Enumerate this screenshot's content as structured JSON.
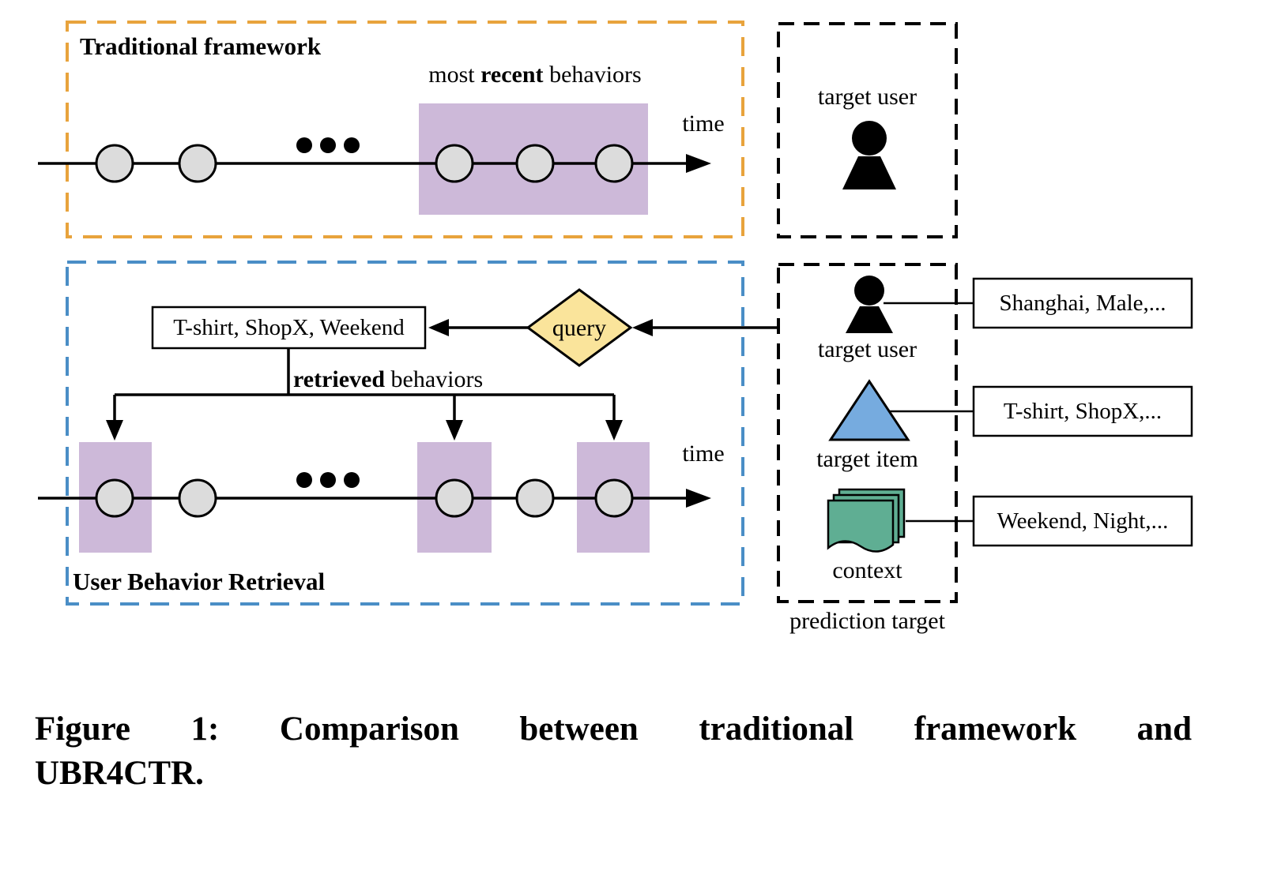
{
  "colors": {
    "orange": "#E8A33C",
    "blue": "#4A8EC6",
    "purple": "#CDB9D9",
    "yellow": "#FAE49B",
    "item-blue": "#76ABDF",
    "context-green": "#5FAE93",
    "node-gray": "#DCDCDC"
  },
  "traditional": {
    "title": "Traditional framework",
    "recent_label": {
      "prefix": "most ",
      "bold": "recent",
      "suffix": " behaviors"
    },
    "time": "time"
  },
  "target_user_panel": {
    "label": "target user"
  },
  "ubr": {
    "title": "User Behavior Retrieval",
    "query_result": "T-shirt, ShopX, Weekend",
    "query": "query",
    "retrieved_label": {
      "bold": "retrieved",
      "suffix": " behaviors"
    },
    "time": "time"
  },
  "prediction_panel": {
    "target_user": "target user",
    "target_item": "target item",
    "context": "context",
    "caption": "prediction target",
    "user_attrs": "Shanghai, Male,...",
    "item_attrs": "T-shirt, ShopX,...",
    "context_attrs": "Weekend, Night,..."
  },
  "icons": {
    "target_user": "person-icon",
    "target_item": "triangle-icon",
    "context": "stacked-pages-icon"
  },
  "figure_caption": {
    "line1": "Figure 1: Comparison between traditional framework and",
    "line2": "UBR4CTR."
  }
}
